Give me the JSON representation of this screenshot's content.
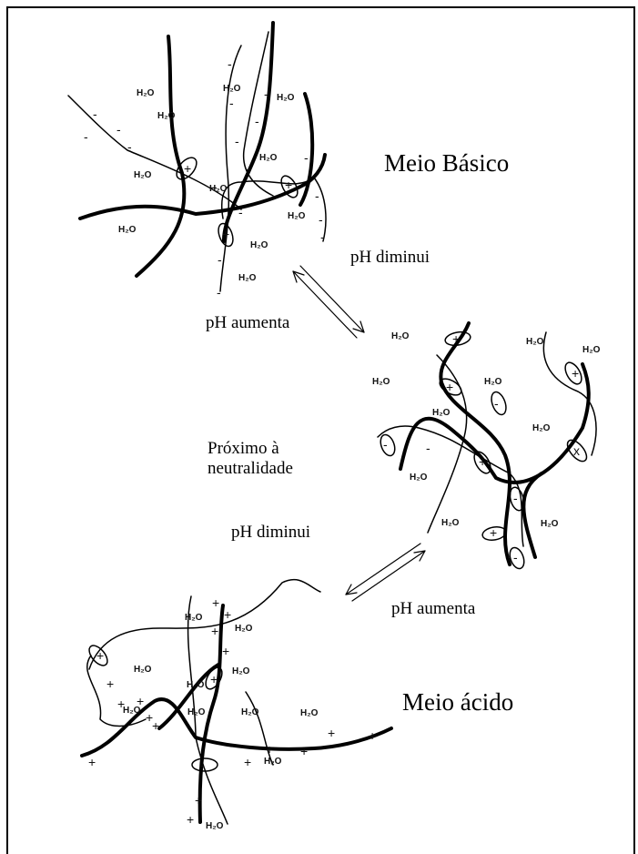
{
  "labels": {
    "basic_medium": "Meio Básico",
    "acid_medium": "Meio ácido",
    "near_neutral": "Próximo à\nneutralidade",
    "ph_decreases_top": "pH diminui",
    "ph_increases_top": "pH aumenta",
    "ph_decreases_bottom": "pH diminui",
    "ph_increases_bottom": "pH aumenta"
  },
  "water_label": "H₂O",
  "charges": {
    "negative": "-",
    "positive": "+"
  },
  "colors": {
    "stroke": "#000000",
    "background": "#ffffff"
  }
}
